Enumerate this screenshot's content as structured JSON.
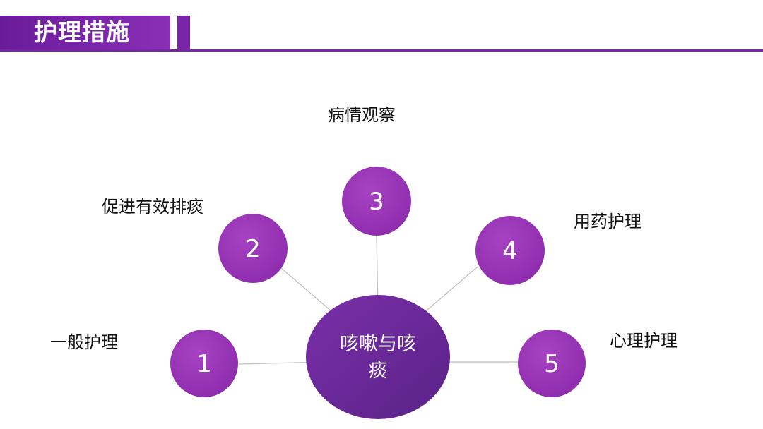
{
  "header": {
    "title": "护理措施"
  },
  "colors": {
    "accent": "#7a24a8",
    "node_fill": "#9b36b8",
    "center_fill": "#6a2a98",
    "connector": "#bdbdbd"
  },
  "diagram": {
    "center": {
      "line1": "咳嗽与咳",
      "line2": "痰"
    },
    "nodes": [
      {
        "number": "1",
        "label": "一般护理"
      },
      {
        "number": "2",
        "label": "促进有效排痰"
      },
      {
        "number": "3",
        "label": "病情观察"
      },
      {
        "number": "4",
        "label": "用药护理"
      },
      {
        "number": "5",
        "label": "心理护理"
      }
    ]
  }
}
